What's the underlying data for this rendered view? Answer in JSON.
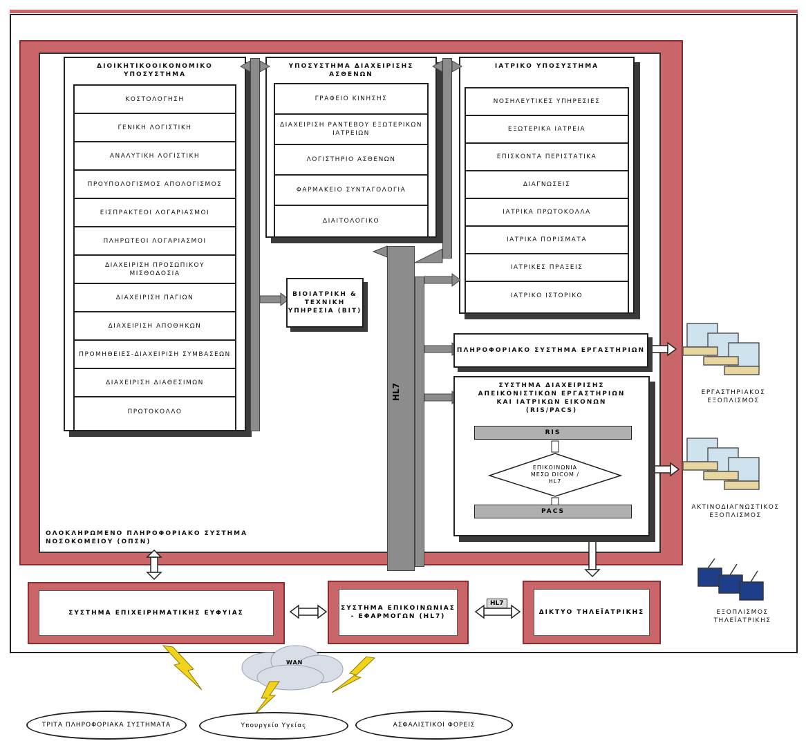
{
  "admin_subsystem": {
    "title": "ΔΙΟΙΚΗΤΙΚΟΟΙΚΟΝΟΜΙΚΟ ΥΠΟΣΥΣΤΗΜΑ",
    "items": [
      "ΚΟΣΤΟΛΟΓΗΣΗ",
      "ΓΕΝΙΚΗ ΛΟΓΙΣΤΙΚΗ",
      "ΑΝΑΛΥΤΙΚΗ ΛΟΓΙΣΤΙΚΗ",
      "ΠΡΟΥΠΟΛΟΓΙΣΜΟΣ ΑΠΟΛΟΓΙΣΜΟΣ",
      "ΕΙΣΠΡΑΚΤΕΟΙ ΛΟΓΑΡΙΑΣΜΟΙ",
      "ΠΛΗΡΩΤΕΟΙ ΛΟΓΑΡΙΑΣΜΟΙ",
      "ΔΙΑΧΕΙΡΙΣΗ ΠΡΟΣΩΠΙΚΟΥ ΜΙΣΘΟΔΟΣΙΑ",
      "ΔΙΑΧΕΙΡΙΣΗ ΠΑΓΙΩΝ",
      "ΔΙΑΧΕΙΡΙΣΗ ΑΠΟΘΗΚΩΝ",
      "ΠΡΟΜΗΘΕΙΕΣ-ΔΙΑΧΕΙΡΙΣΗ ΣΥΜΒΑΣΕΩΝ",
      "ΔΙΑΧΕΙΡΙΣΗ ΔΙΑΘΕΣΙΜΩΝ",
      "ΠΡΩΤΟΚΟΛΛΟ"
    ]
  },
  "patient_subsystem": {
    "title": "ΥΠΟΣΥΣΤΗΜΑ ΔΙΑΧΕΙΡΙΣΗΣ ΑΣΘΕΝΩΝ",
    "items": [
      "ΓΡΑΦΕΙΟ ΚΙΝΗΣΗΣ",
      "ΔΙΑΧΕΙΡΙΣΗ ΡΑΝΤΕΒΟΥ ΕΞΩΤΕΡΙΚΩΝ ΙΑΤΡΕΙΩΝ",
      "ΛΟΓΙΣΤΗΡΙΟ ΑΣΘΕΝΩΝ",
      "ΦΑΡΜΑΚΕΙΟ ΣΥΝΤΑΓΟΛΟΓΙΑ",
      "ΔΙΑΙΤΟΛΟΓΙΚΟ"
    ]
  },
  "medical_subsystem": {
    "title": "ΙΑΤΡΙΚΟ ΥΠΟΣΥΣΤΗΜΑ",
    "items": [
      "ΝΟΣΗΛΕΥΤΙΚΕΣ ΥΠΗΡΕΣΙΕΣ",
      "ΕΞΩΤΕΡΙΚΑ ΙΑΤΡΕΙΑ",
      "ΕΠΙΣΚΟΝΤΑ ΠΕΡΙΣΤΑΤΙΚΑ",
      "ΔΙΑΓΝΩΣΕΙΣ",
      "ΙΑΤΡΙΚΑ ΠΡΩΤΟΚΟΛΛΑ",
      "ΙΑΤΡΙΚΑ ΠΟΡΙΣΜΑΤΑ",
      "ΙΑΤΡΙΚΕΣ ΠΡΑΞΕΙΣ",
      "ΙΑΤΡΙΚΟ ΙΣΤΟΡΙΚΟ"
    ]
  },
  "biomed": "ΒΙΟΙΑΤΡΙΚΗ & ΤΕΧΝΙΚΗ ΥΠΗΡΕΣΙΑ (ΒΙΤ)",
  "lab_system": "ΠΛΗΡΟΦΟΡΙΑΚΟ ΣΥΣΤΗΜΑ ΕΡΓΑΣΤΗΡΙΩΝ",
  "imaging": {
    "title": "ΣΥΣΤΗΜΑ ΔΙΑΧΕΙΡΙΣΗΣ ΑΠΕΙΚΟΝΙΣΤΙΚΩΝ ΕΡΓΑΣΤΗΡΙΩΝ ΚΑΙ ΙΑΤΡΙΚΩΝ ΕΙΚΟΝΩΝ (RIS/PACS)",
    "ris": "RIS",
    "comm": "ΕΠΙΚΟΙΝΩΝΙΑ ΜΕΣΩ DICOM / HL7",
    "pacs": "PACS"
  },
  "hl7_vertical": "HL7",
  "hl7_small": "HL7",
  "opsn": "ΟΛΟΚΛΗΡΩΜΕΝΟ ΠΛΗΡΟΦΟΡΙΑΚΟ ΣΥΣΤΗΜΑ ΝΟΣΟΚΟΜΕΙΟΥ (ΟΠΣΝ)",
  "bottom_boxes": {
    "bi": "ΣΥΣΤΗΜΑ ΕΠΙΧΕΙΡΗΜΑΤΙΚΗΣ ΕΥΦΥΙΑΣ",
    "comm": "ΣΥΣΤΗΜΑ ΕΠΙΚΟΙΝΩΝΙΑΣ - ΕΦΑΡΜΟΓΩΝ (HL7)",
    "tele": "ΔΙΚΤΥΟ ΤΗΛΕΪΑΤΡΙΚΗΣ"
  },
  "equipment": {
    "lab": "ΕΡΓΑΣΤΗΡΙΑΚΟΣ ΕΞΟΠΛΙΣΜΟΣ",
    "xray": "ΑΚΤΙΝΟΔΙΑΓΝΩΣΤΙΚΟΣ ΕΞΟΠΛΙΣΜΟΣ",
    "tele": "ΕΞΟΠΛΙΣΜΟΣ ΤΗΛΕΪΑΤΡΙΚΗΣ"
  },
  "wan": "WAN",
  "externals": [
    "ΤΡΙΤΑ ΠΛΗΡΟΦΟΡΙΑΚΑ ΣΥΣΤΗΜΑΤΑ",
    "Υπουργείο Υγείας",
    "ΑΣΦΑΛΙΣΤΙΚΟΙ ΦΟΡΕΙΣ"
  ],
  "colors": {
    "frame": "#c8666a",
    "frame_dark": "#8a2b2f",
    "shadow": "#3b3b3b",
    "bus": "#8c8c8c"
  }
}
